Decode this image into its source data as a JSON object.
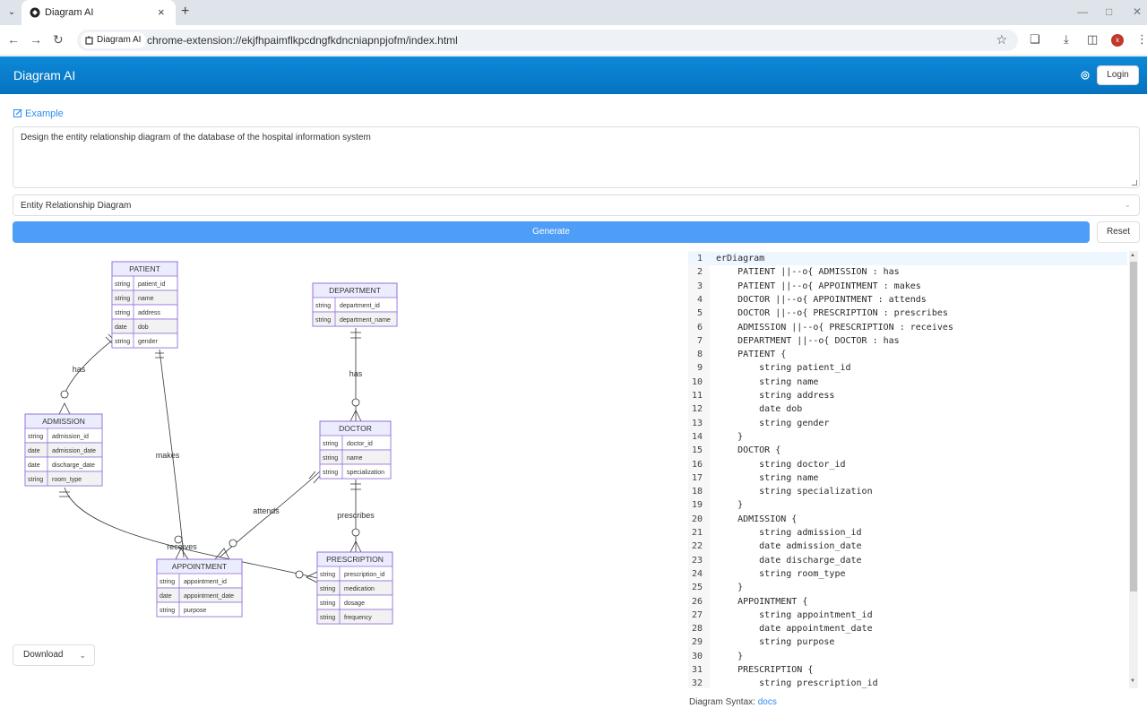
{
  "browser": {
    "tab_title": "Diagram AI",
    "site_chip": "Diagram AI",
    "url": "chrome-extension://ekjfhpaimflkpcdngfkdncniapnpjofm/index.html",
    "profile_initial": "x"
  },
  "app": {
    "title": "Diagram AI",
    "login_label": "Login",
    "example_label": "Example",
    "prompt_text": "Design the entity relationship diagram of the database of the hospital information system",
    "diagram_type": "Entity Relationship Diagram",
    "generate_label": "Generate",
    "reset_label": "Reset",
    "download_label": "Download",
    "syntax_prefix": "Diagram Syntax:",
    "syntax_link": "docs"
  },
  "diagram": {
    "entities": [
      {
        "name": "PATIENT",
        "attributes": [
          [
            "string",
            "patient_id"
          ],
          [
            "string",
            "name"
          ],
          [
            "string",
            "address"
          ],
          [
            "date",
            "dob"
          ],
          [
            "string",
            "gender"
          ]
        ]
      },
      {
        "name": "DEPARTMENT",
        "attributes": [
          [
            "string",
            "department_id"
          ],
          [
            "string",
            "department_name"
          ]
        ]
      },
      {
        "name": "ADMISSION",
        "attributes": [
          [
            "string",
            "admission_id"
          ],
          [
            "date",
            "admission_date"
          ],
          [
            "date",
            "discharge_date"
          ],
          [
            "string",
            "room_type"
          ]
        ]
      },
      {
        "name": "DOCTOR",
        "attributes": [
          [
            "string",
            "doctor_id"
          ],
          [
            "string",
            "name"
          ],
          [
            "string",
            "specialization"
          ]
        ]
      },
      {
        "name": "APPOINTMENT",
        "attributes": [
          [
            "string",
            "appointment_id"
          ],
          [
            "date",
            "appointment_date"
          ],
          [
            "string",
            "purpose"
          ]
        ]
      },
      {
        "name": "PRESCRIPTION",
        "attributes": [
          [
            "string",
            "prescription_id"
          ],
          [
            "string",
            "medication"
          ],
          [
            "string",
            "dosage"
          ],
          [
            "string",
            "frequency"
          ]
        ]
      }
    ],
    "relationship_labels": [
      "has",
      "makes",
      "has",
      "attends",
      "prescribes",
      "receives"
    ]
  },
  "code_lines": [
    "erDiagram",
    "    PATIENT ||--o{ ADMISSION : has",
    "    PATIENT ||--o{ APPOINTMENT : makes",
    "    DOCTOR ||--o{ APPOINTMENT : attends",
    "    DOCTOR ||--o{ PRESCRIPTION : prescribes",
    "    ADMISSION ||--o{ PRESCRIPTION : receives",
    "    DEPARTMENT ||--o{ DOCTOR : has",
    "    PATIENT {",
    "        string patient_id",
    "        string name",
    "        string address",
    "        date dob",
    "        string gender",
    "    }",
    "    DOCTOR {",
    "        string doctor_id",
    "        string name",
    "        string specialization",
    "    }",
    "    ADMISSION {",
    "        string admission_id",
    "        date admission_date",
    "        date discharge_date",
    "        string room_type",
    "    }",
    "    APPOINTMENT {",
    "        string appointment_id",
    "        date appointment_date",
    "        string purpose",
    "    }",
    "    PRESCRIPTION {",
    "        string prescription_id"
  ],
  "colors": {
    "header": "#0b80cf",
    "accent": "#2d8cf0",
    "generate": "#4e9df7",
    "entity_fill": "#ececff",
    "entity_stroke": "#9370db"
  }
}
